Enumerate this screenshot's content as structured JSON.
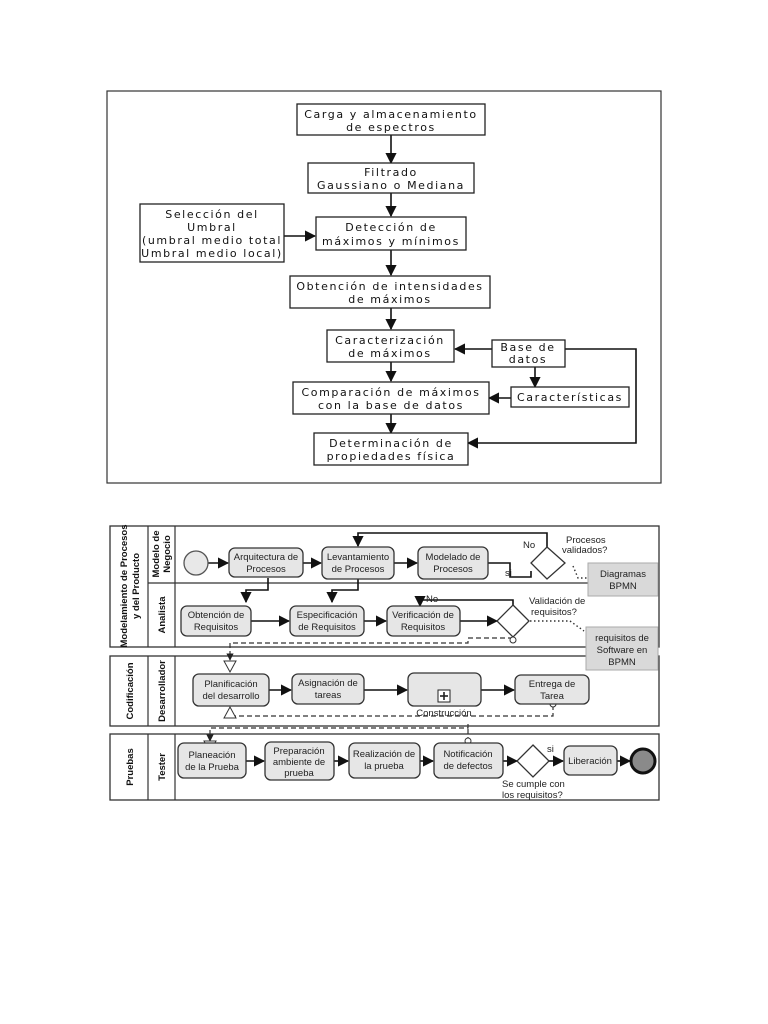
{
  "flowchart": {
    "carga": [
      "Carga y almacenamiento",
      "de espectros"
    ],
    "filtrado": [
      "Filtrado",
      "Gaussiano o Mediana"
    ],
    "seleccion": [
      "Selección del",
      "Umbral",
      "(umbral medio total",
      "Umbral medio local)"
    ],
    "deteccion": [
      "Detección de",
      "máximos y mínimos"
    ],
    "obtencion": [
      "Obtención de intensidades",
      "de máximos"
    ],
    "caracterizacion": [
      "Caracterización",
      "de máximos"
    ],
    "base": [
      "Base de",
      "datos"
    ],
    "comparacion": [
      "Comparación de máximos",
      "con la base de datos"
    ],
    "caracteristicas": "Características",
    "determinacion": [
      "Determinación de",
      "propiedades física"
    ]
  },
  "bpmn": {
    "pools": {
      "modelamiento": [
        "Modelamiento de Procesos",
        "y del Producto"
      ],
      "codificacion": "Codificación",
      "pruebas": "Pruebas"
    },
    "lanes": {
      "modelo": [
        "Modelo de",
        "Negocio"
      ],
      "analista": "Analista",
      "desarrollador": "Desarrollador",
      "tester": "Tester"
    },
    "tasks": {
      "arquitectura": [
        "Arquitectura de",
        "Procesos"
      ],
      "levantamiento": [
        "Levantamiento",
        "de Procesos"
      ],
      "modelado": [
        "Modelado de",
        "Procesos"
      ],
      "obtencion_req": [
        "Obtención de",
        "Requisitos"
      ],
      "especificacion": [
        "Especificación",
        "de Requisitos"
      ],
      "verificacion": [
        "Verificación de",
        "Requisitos"
      ],
      "planificacion": [
        "Planificación",
        "del desarrollo"
      ],
      "asignacion": [
        "Asignación de",
        "tareas"
      ],
      "construccion": "Construcción",
      "entrega": [
        "Entrega de",
        "Tarea"
      ],
      "planeacion": [
        "Planeación",
        "de la Prueba"
      ],
      "preparacion": [
        "Preparación",
        "ambiente de",
        "prueba"
      ],
      "realizacion": [
        "Realización de",
        "la prueba"
      ],
      "notificacion": [
        "Notificación",
        "de defectos"
      ],
      "liberacion": "Liberación"
    },
    "gateways": {
      "procesos": [
        "Procesos",
        "validados?"
      ],
      "validacion": [
        "Validación de",
        "requisitos?"
      ],
      "cumple": [
        "Se cumple con",
        "los requisitos?"
      ]
    },
    "labels": {
      "no1": "No",
      "si1": "si",
      "no2": "No",
      "si3": "si"
    },
    "artifacts": {
      "diagramas": [
        "Diagramas",
        "BPMN"
      ],
      "requisitos": [
        "requisitos de",
        "Software en",
        "BPMN"
      ]
    }
  }
}
